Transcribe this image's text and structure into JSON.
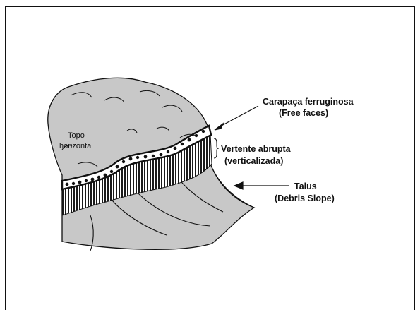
{
  "colors": {
    "rock_fill": "#c8c8c8",
    "outline": "#111111",
    "cap_fill": "#ffffff",
    "background": "#ffffff"
  },
  "labels": {
    "topo": [
      "Topo",
      "horizontal"
    ],
    "carapaca": [
      "Carapaça ferruginosa",
      "(Free faces)"
    ],
    "vertente": [
      "Vertente abrupta",
      "(verticalizada)"
    ],
    "talus": [
      "Talus",
      "(Debris Slope)"
    ]
  }
}
